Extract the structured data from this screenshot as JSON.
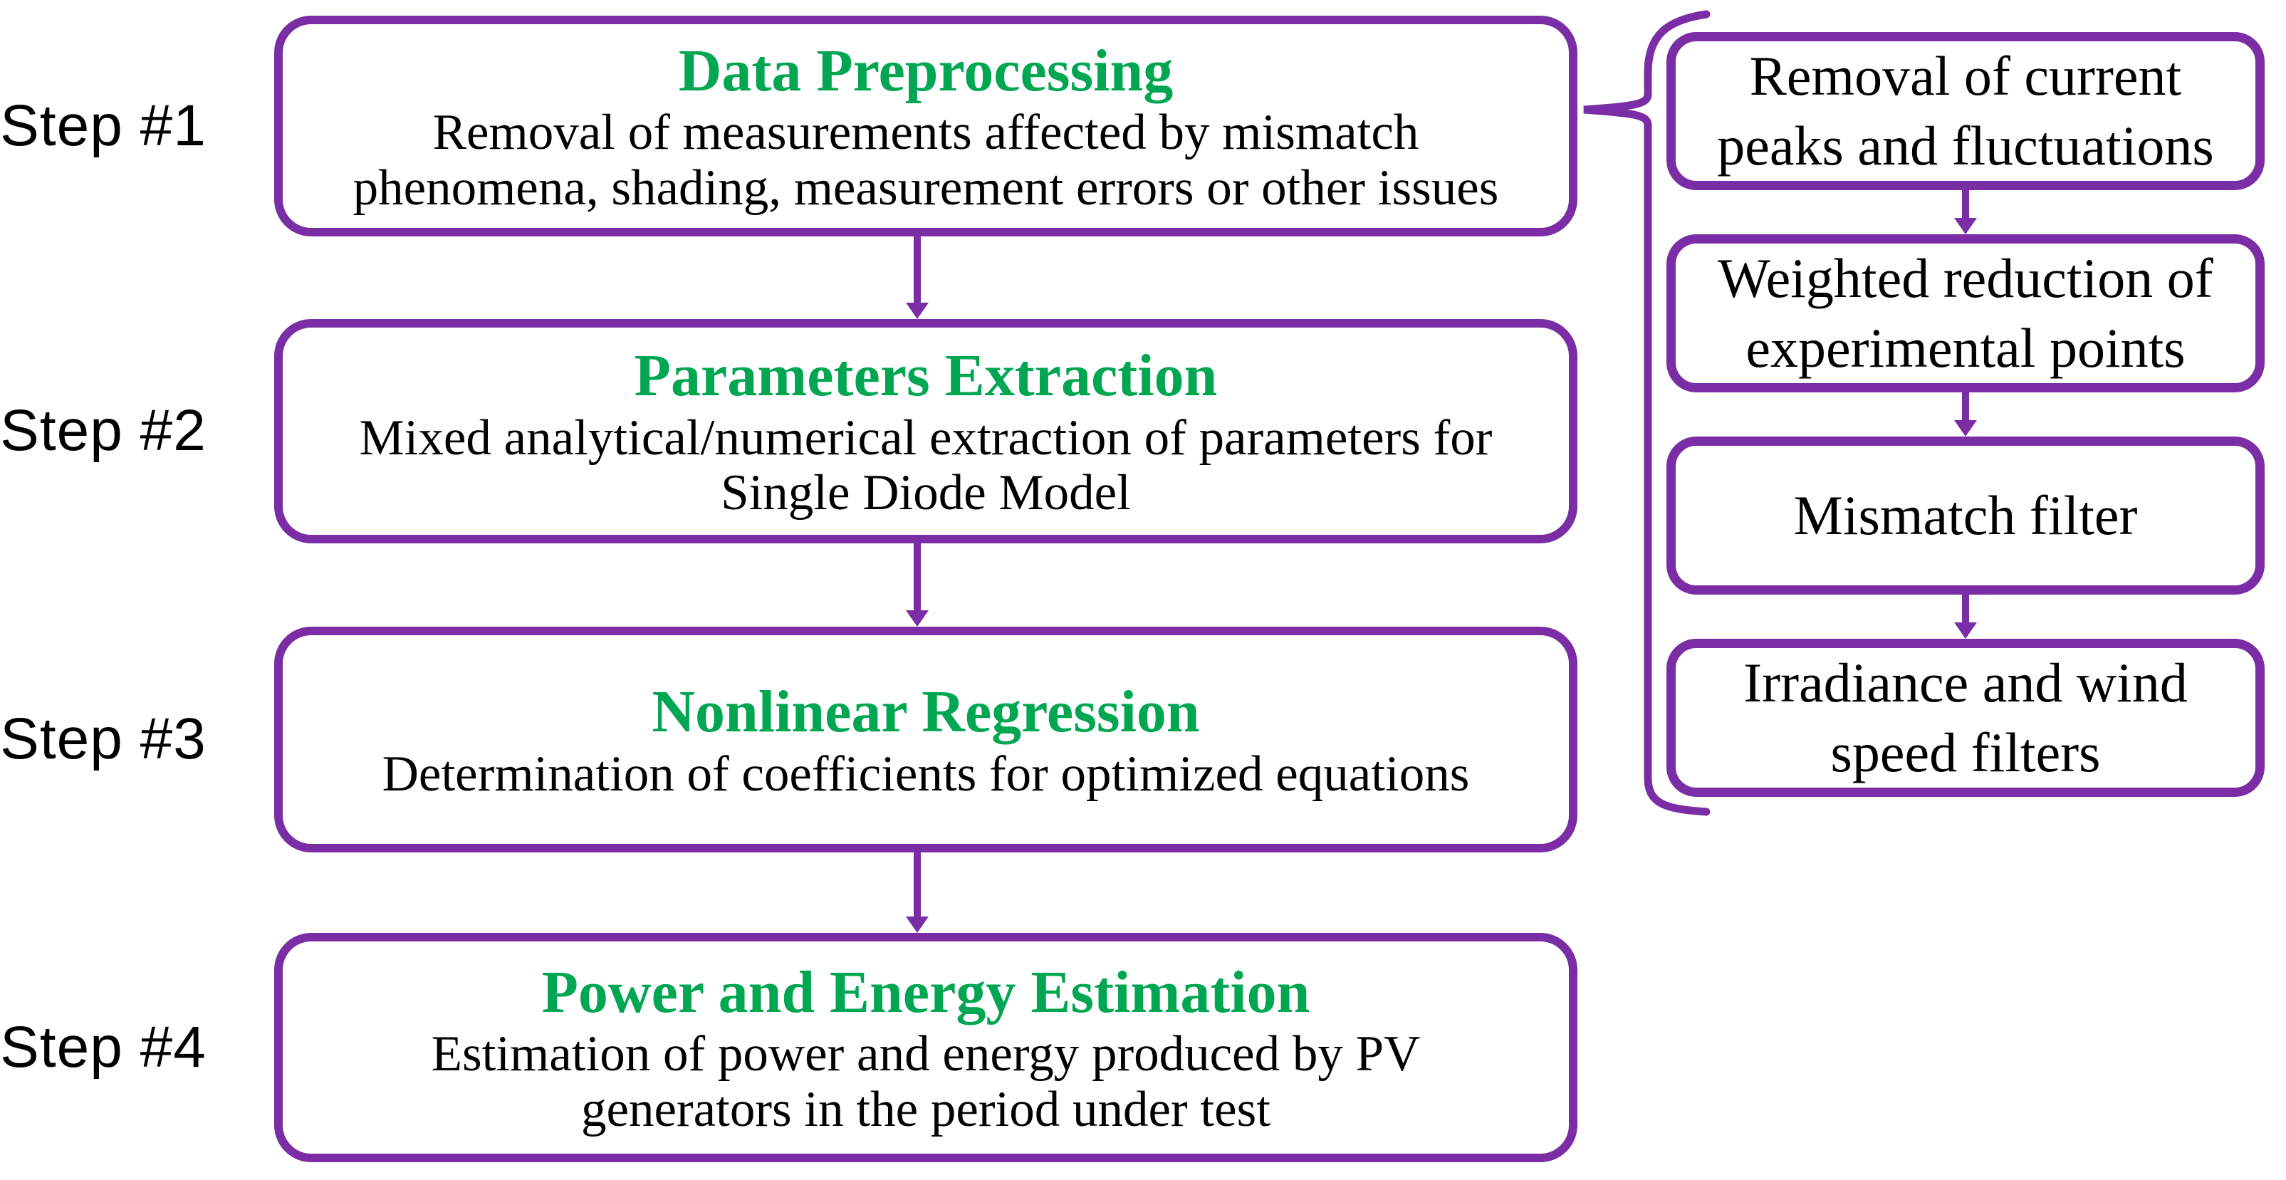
{
  "colors": {
    "purple": "#7A2DA4",
    "green": "#00A651",
    "text": "#000000",
    "background": "#FFFFFF"
  },
  "steps": [
    {
      "label": "Step #1"
    },
    {
      "label": "Step #2"
    },
    {
      "label": "Step #3"
    },
    {
      "label": "Step #4"
    }
  ],
  "main_boxes": [
    {
      "title": "Data Preprocessing",
      "body_lines": [
        "Removal of measurements affected by mismatch",
        "phenomena, shading, measurement errors or other issues"
      ]
    },
    {
      "title": "Parameters Extraction",
      "body_lines": [
        "Mixed analytical/numerical extraction of parameters for",
        "Single Diode Model"
      ]
    },
    {
      "title": "Nonlinear Regression",
      "body_lines": [
        "Determination of coefficients for optimized equations"
      ]
    },
    {
      "title": "Power and Energy Estimation",
      "body_lines": [
        "Estimation of power and energy produced by PV",
        "generators in the period under test"
      ]
    }
  ],
  "sub_boxes": [
    {
      "lines": [
        "Removal of current",
        "peaks and fluctuations"
      ]
    },
    {
      "lines": [
        "Weighted reduction of",
        "experimental points"
      ]
    },
    {
      "lines": [
        "Mismatch filter"
      ]
    },
    {
      "lines": [
        "Irradiance and wind",
        "speed filters"
      ]
    }
  ]
}
